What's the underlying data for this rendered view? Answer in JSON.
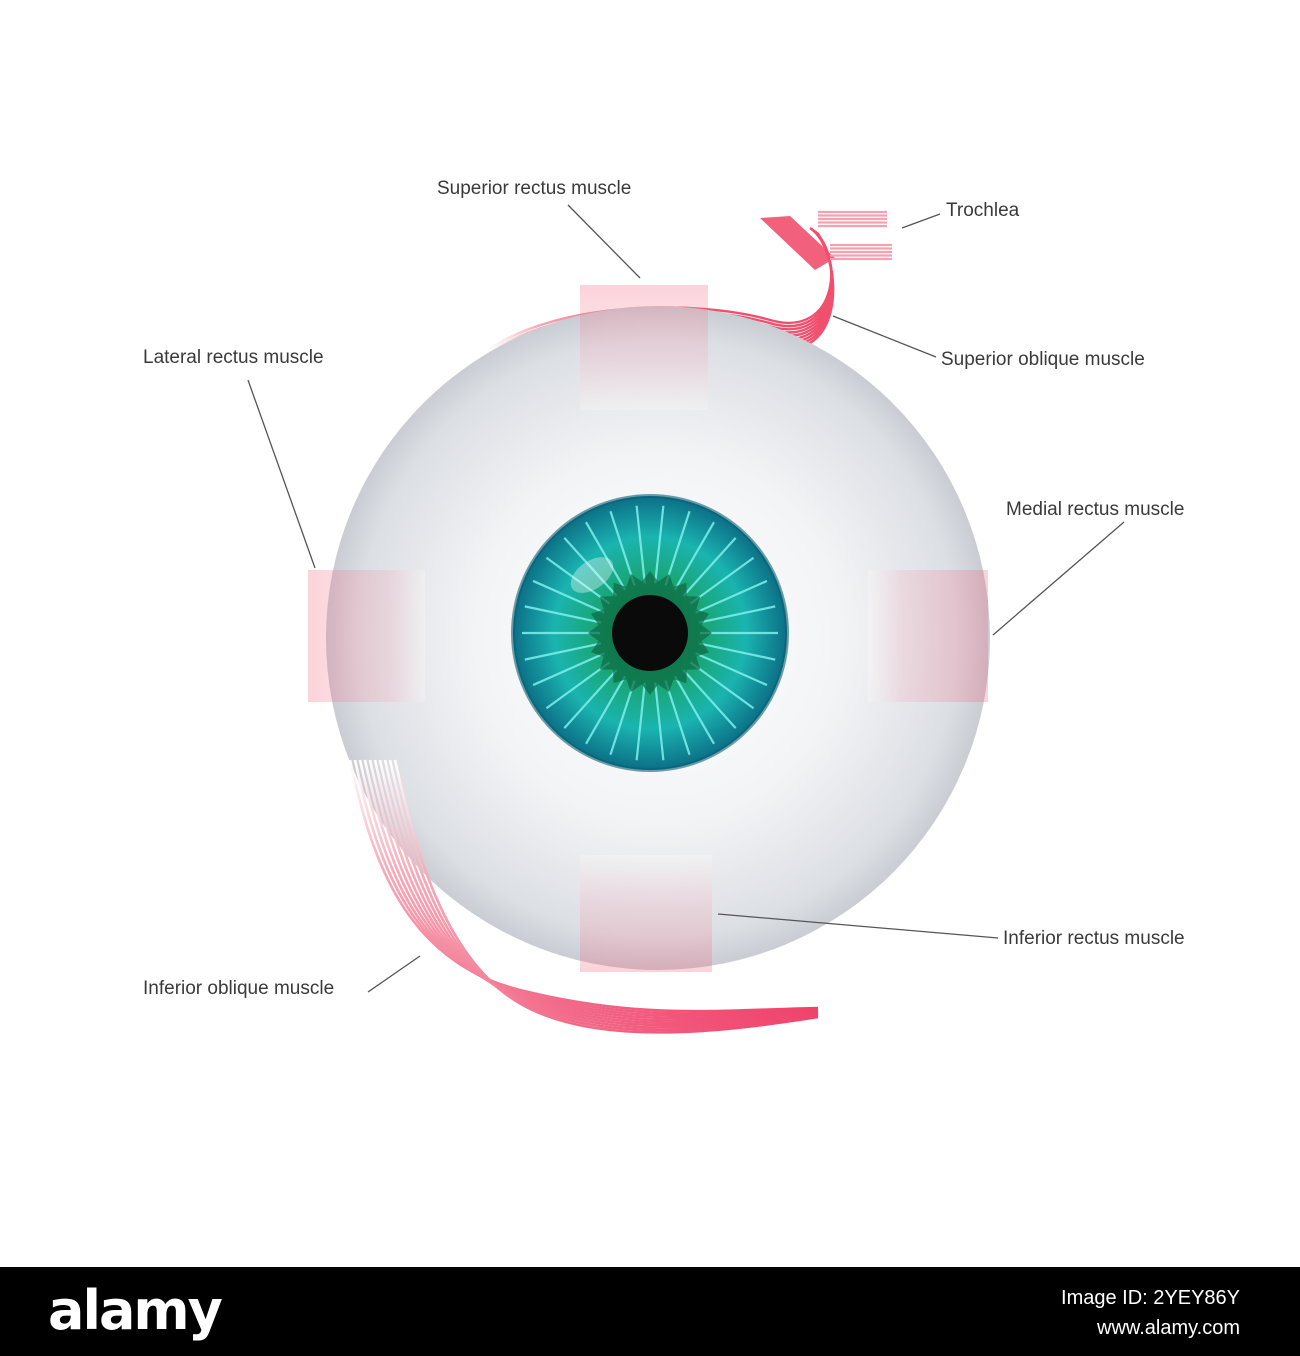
{
  "labels": {
    "superior_rectus": "Superior rectus muscle",
    "trochlea": "Trochlea",
    "lateral_rectus": "Lateral rectus muscle",
    "superior_oblique": "Superior  oblique muscle",
    "medial_rectus": "Medial rectus muscle",
    "inferior_rectus": "Inferior rectus muscle",
    "inferior_oblique": "Inferior oblique muscle"
  },
  "colors": {
    "muscle": "#f0506e",
    "muscle_light": "#f7a7b5",
    "sclera": "#e4e6ea",
    "iris": "#1aa69a",
    "iris_rays": "#7ef0ee",
    "pupil": "#0a0a0a",
    "leader_line": "#555555"
  },
  "footer": {
    "brand": "alamy",
    "image_id": "Image ID: 2YEY86Y",
    "site": "www.alamy.com"
  }
}
